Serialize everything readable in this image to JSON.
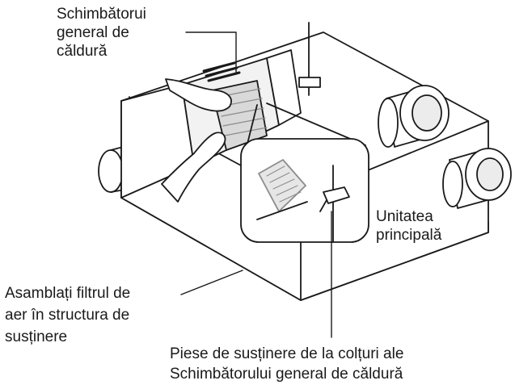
{
  "labels": {
    "heat_exchanger": [
      "Schimbătorui",
      "general de",
      "căldură"
    ],
    "main_unit": [
      "Unitatea",
      "principală"
    ],
    "air_filter": [
      "Asamblați filtrul de",
      "aer în structura de",
      "susținere"
    ],
    "corner_supports": [
      "Piese de susținere de la colțuri ale",
      "Schimbătorului general de căldură"
    ]
  },
  "colors": {
    "line": "#1a1a1a",
    "fill": "#ffffff",
    "shade": "#d9d9d9",
    "dark_shade": "#8c8c8c"
  },
  "icons": {
    "main": "ventilation-unit-illustration",
    "detail": "corner-support-detail-illustration"
  }
}
